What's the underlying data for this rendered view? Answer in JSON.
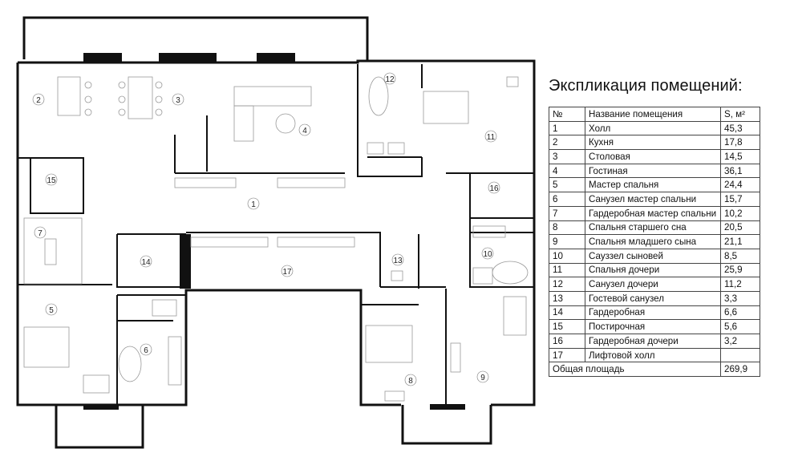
{
  "legend": {
    "title": "Экспликация помещений:",
    "headers": {
      "num": "№",
      "name": "Название помещения",
      "area": "S, м²"
    },
    "rows": [
      {
        "num": "1",
        "name": "Холл",
        "area": "45,3"
      },
      {
        "num": "2",
        "name": "Кухня",
        "area": "17,8"
      },
      {
        "num": "3",
        "name": "Столовая",
        "area": "14,5"
      },
      {
        "num": "4",
        "name": "Гостиная",
        "area": "36,1"
      },
      {
        "num": "5",
        "name": "Мастер спальня",
        "area": "24,4"
      },
      {
        "num": "6",
        "name": "Санузел мастер спальни",
        "area": "15,7"
      },
      {
        "num": "7",
        "name": "Гардеробная мастер спальни",
        "area": "10,2"
      },
      {
        "num": "8",
        "name": "Спальня старшего сна",
        "area": "20,5"
      },
      {
        "num": "9",
        "name": "Спальня младшего сына",
        "area": "21,1"
      },
      {
        "num": "10",
        "name": "Сауззел сыновей",
        "area": "8,5"
      },
      {
        "num": "11",
        "name": "Спальня дочери",
        "area": "25,9"
      },
      {
        "num": "12",
        "name": "Санузел дочери",
        "area": "11,2"
      },
      {
        "num": "13",
        "name": "Гостевой санузел",
        "area": "3,3"
      },
      {
        "num": "14",
        "name": "Гардеробная",
        "area": "6,6"
      },
      {
        "num": "15",
        "name": "Постирочная",
        "area": "5,6"
      },
      {
        "num": "16",
        "name": "Гардеробная дочери",
        "area": "3,2"
      },
      {
        "num": "17",
        "name": "Лифтовой холл",
        "area": ""
      }
    ],
    "total": {
      "name": "Общая площадь",
      "area": "269,9"
    }
  },
  "plan": {
    "room_labels": [
      "1",
      "2",
      "3",
      "4",
      "5",
      "6",
      "7",
      "8",
      "9",
      "10",
      "11",
      "12",
      "13",
      "14",
      "15",
      "16",
      "17"
    ]
  }
}
